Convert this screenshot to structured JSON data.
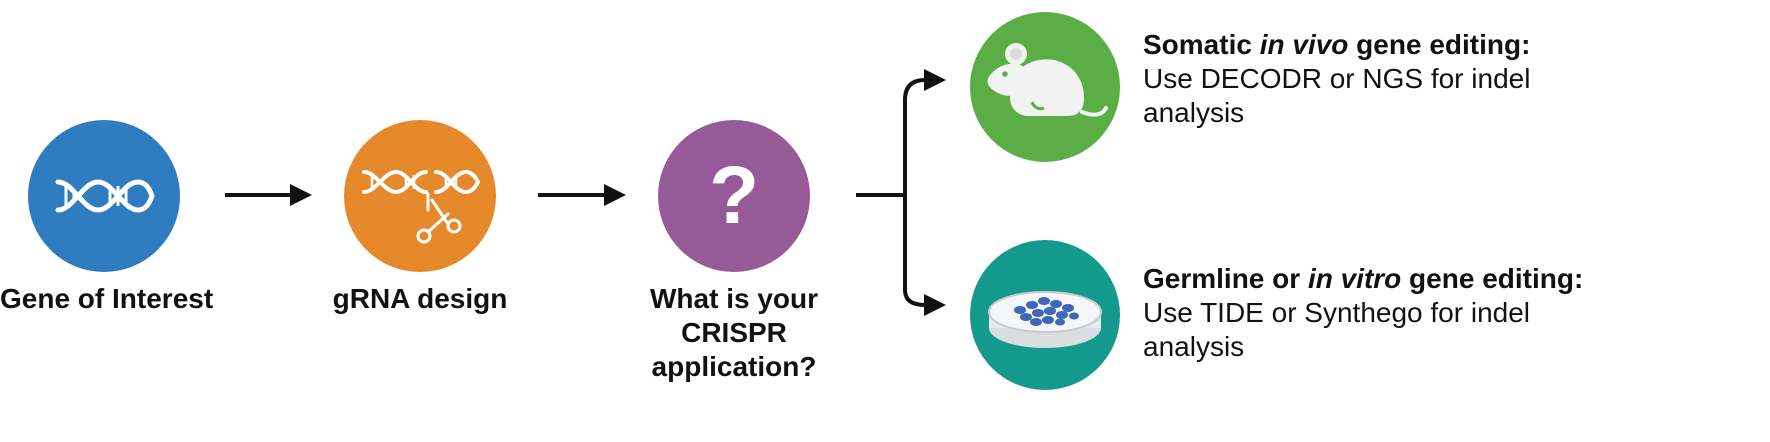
{
  "steps": [
    {
      "label": "Gene of Interest",
      "icon": "dna-helix-icon",
      "color": "#2F7CC1"
    },
    {
      "label": "gRNA design",
      "icon": "dna-scissors-icon",
      "color": "#E5892B"
    },
    {
      "label_lines": [
        "What is your",
        "CRISPR",
        "application?"
      ],
      "icon": "question-mark-icon",
      "color": "#975A98",
      "glyph": "?"
    }
  ],
  "outcomes": [
    {
      "icon": "mouse-icon",
      "color": "#5BAE45",
      "title_pre": "Somatic ",
      "title_em": "in vivo",
      "title_post": " gene editing:",
      "body_lines": [
        "Use DECODR or NGS for indel",
        "analysis"
      ]
    },
    {
      "icon": "petri-dish-icon",
      "color": "#149A8C",
      "title_pre": "Germline or ",
      "title_em": "in vitro",
      "title_post": " gene editing:",
      "body_lines": [
        "Use TIDE or Synthego for indel",
        "analysis"
      ]
    }
  ]
}
